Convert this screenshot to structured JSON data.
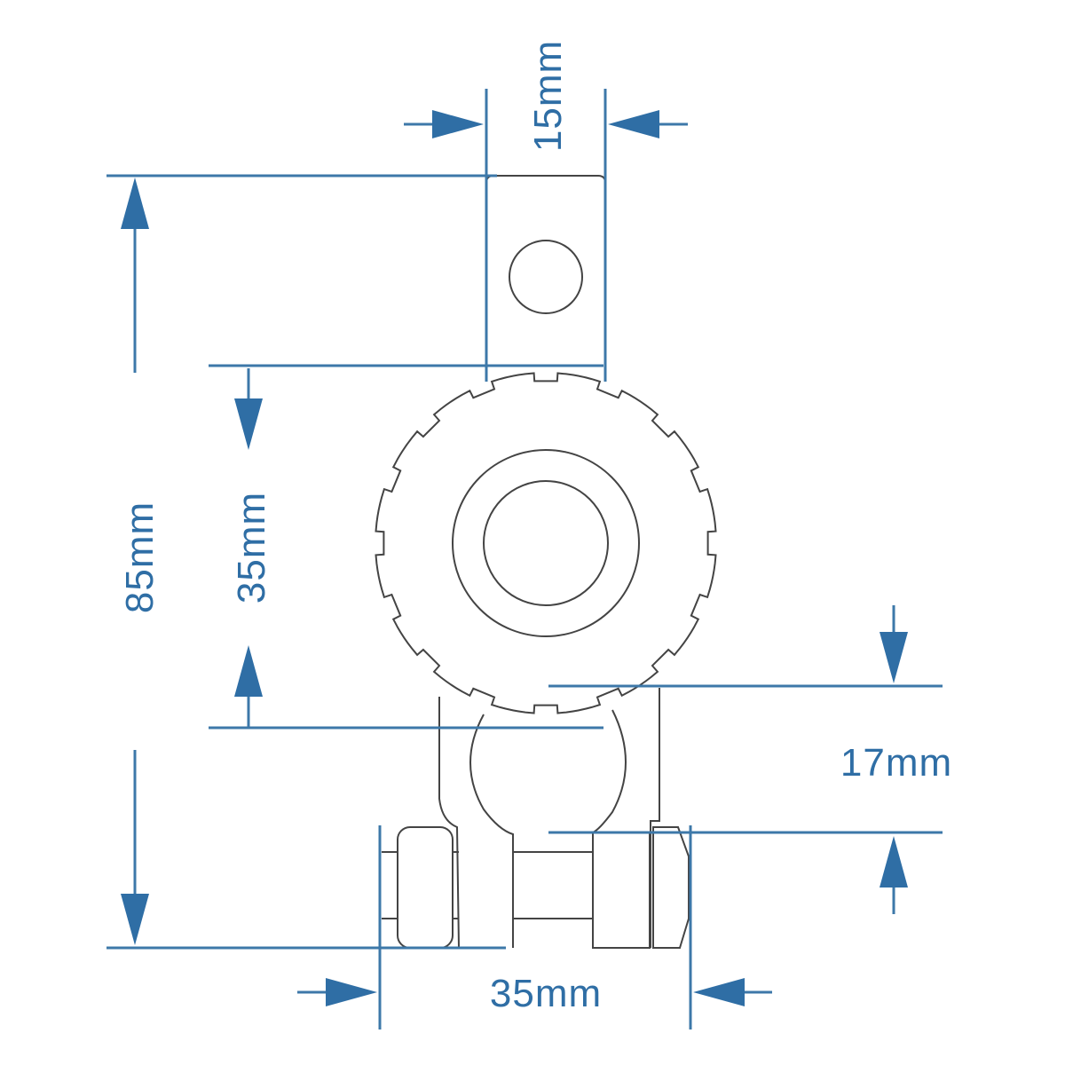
{
  "title": "Battery terminal clamp dimensions",
  "colors": {
    "dimension": "#3d78a9",
    "outline": "#444444",
    "label": "#2f6ea5"
  },
  "dimensions": {
    "tab_width": "15mm",
    "total_height": "85mm",
    "head_height": "35mm",
    "clamp_gap": "17mm",
    "base_width": "35mm"
  }
}
